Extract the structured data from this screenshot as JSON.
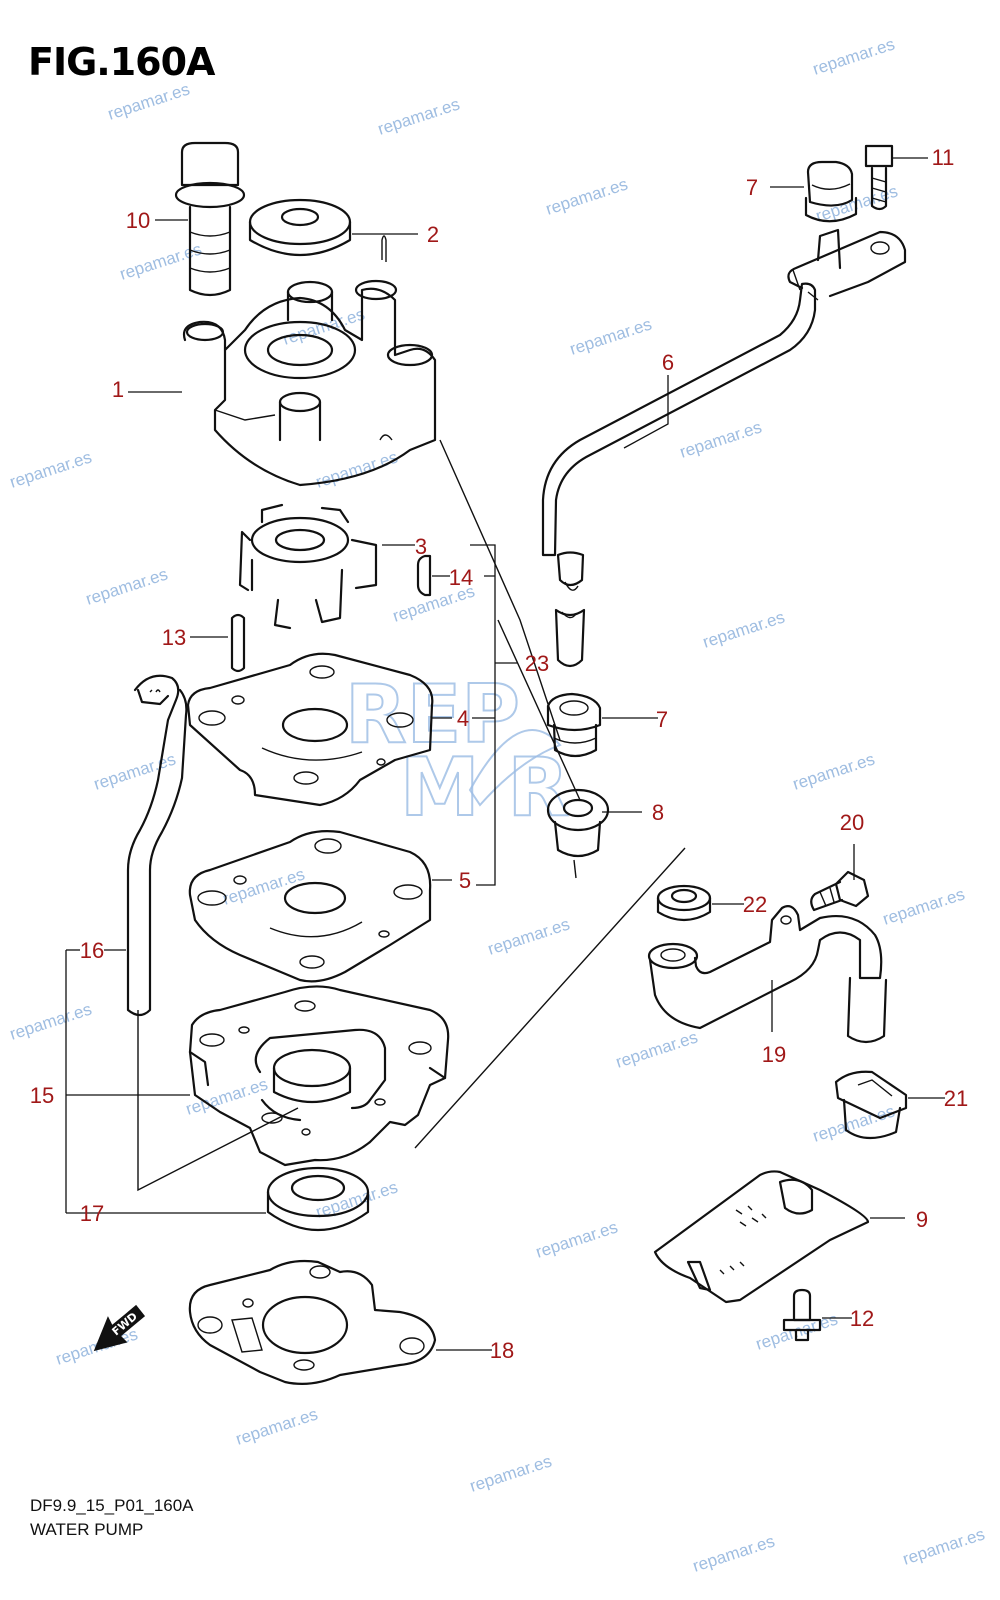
{
  "figure": {
    "title": "FIG.160A",
    "code": "DF9.9_15_P01_160A",
    "caption": "WATER PUMP"
  },
  "callouts": [
    "1",
    "2",
    "3",
    "4",
    "5",
    "6",
    "7",
    "7",
    "8",
    "9",
    "10",
    "11",
    "12",
    "13",
    "14",
    "15",
    "16",
    "17",
    "18",
    "19",
    "20",
    "21",
    "22",
    "23"
  ],
  "fwd_label": "FWD",
  "watermark": {
    "text": "repamar.es",
    "logo_top": "REP",
    "logo_bottom": "M R",
    "color": "#7fa8d8"
  },
  "colors": {
    "callout": "#a01818",
    "line": "#111111"
  }
}
